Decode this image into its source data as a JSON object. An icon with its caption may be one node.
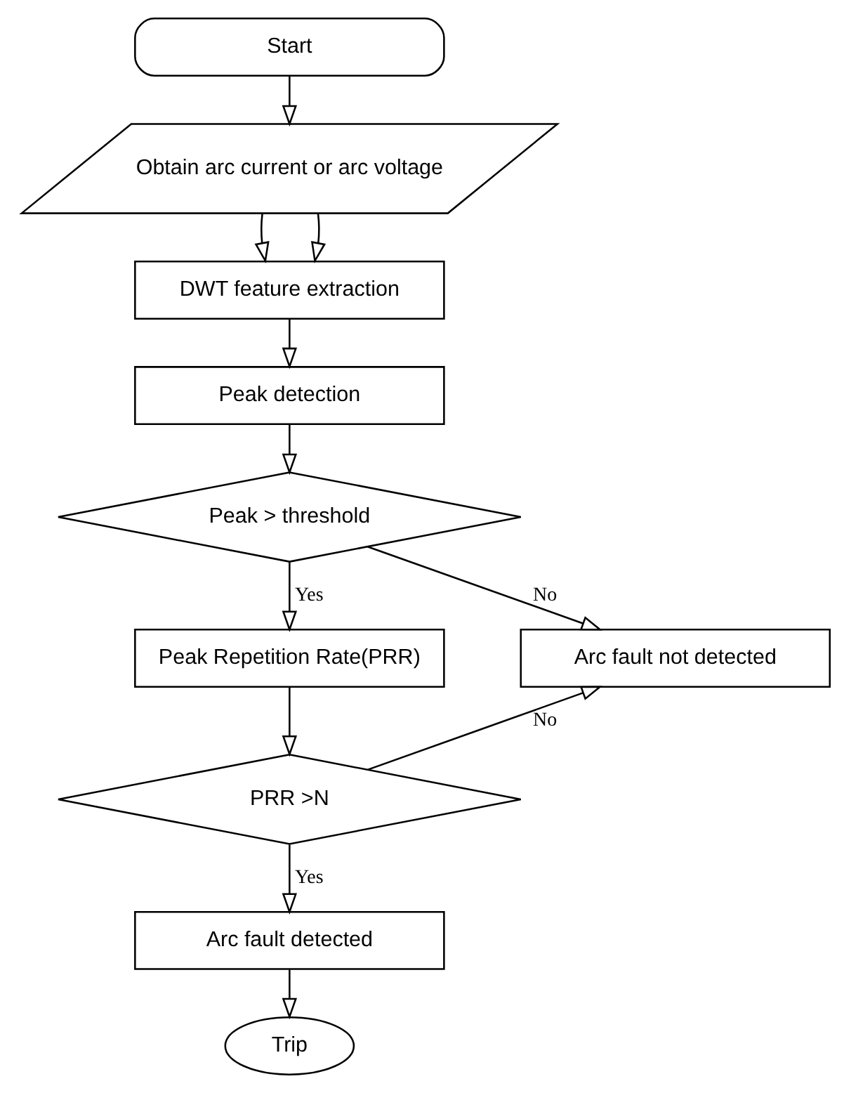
{
  "diagram": {
    "nodes": [
      {
        "text": [
          "Start"
        ]
      },
      {
        "text": [
          "Obtain arc current or arc voltage"
        ]
      },
      {
        "text": [
          "DWT feature extraction"
        ]
      },
      {
        "text": [
          "Peak detection"
        ]
      },
      {
        "text": [
          "Peak > threshold"
        ]
      },
      {
        "text": [
          "Peak Repetition Rate(PRR)"
        ]
      },
      {
        "text": [
          "Arc fault not detected"
        ]
      },
      {
        "text": [
          "PRR >N"
        ]
      },
      {
        "text": [
          "Arc fault detected"
        ]
      },
      {
        "text": [
          "Trip"
        ]
      }
    ],
    "edges": [
      {
        "from": 0,
        "to": 1,
        "arrow": "to"
      },
      {
        "from": 1,
        "to": 2,
        "arrow": "to"
      },
      {
        "from": 1,
        "to": 2,
        "arrow": "to"
      },
      {
        "from": 2,
        "to": 3,
        "arrow": "to"
      },
      {
        "from": 3,
        "to": 4,
        "arrow": "to"
      },
      {
        "from": 4,
        "to": 5,
        "arrow": "to",
        "label": "Yes"
      },
      {
        "from": 4,
        "to": 6,
        "arrow": "to",
        "label": "No"
      },
      {
        "from": 5,
        "to": 7,
        "arrow": "to"
      },
      {
        "from": 7,
        "to": 8,
        "arrow": "to",
        "label": "Yes"
      },
      {
        "from": 7,
        "to": 6,
        "arrow": "to",
        "label": "No"
      },
      {
        "from": 8,
        "to": 9,
        "arrow": "to"
      }
    ]
  }
}
